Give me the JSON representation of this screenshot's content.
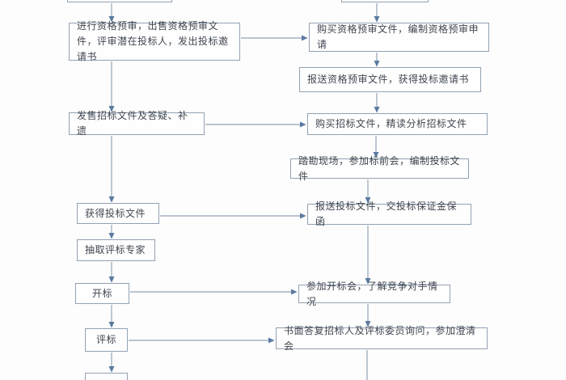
{
  "diagram": {
    "type": "flowchart",
    "colors": {
      "background": "#fdfdfd",
      "box_border": "#93a2b3",
      "line": "#92a3b6",
      "arrowhead": "#5b7aa0",
      "text": "#3f4650"
    },
    "left_column": [
      {
        "label": "进行资格预审，出售资格预审文件，评审潜在投标人，发出投标邀请书"
      },
      {
        "label": "发售招标文件及答疑、补遗"
      },
      {
        "label": "获得投标文件"
      },
      {
        "label": "抽取评标专家"
      },
      {
        "label": "开标"
      },
      {
        "label": "评标"
      }
    ],
    "right_column": [
      {
        "label": "购买资格预审文件，编制资格预审申请"
      },
      {
        "label": "报送资格预审文件，获得投标邀请书"
      },
      {
        "label": "购买招标文件，精读分析招标文件"
      },
      {
        "label": "踏勘现场，参加标前会，编制投标文件"
      },
      {
        "label": "报送投标文件，交投标保证金保函"
      },
      {
        "label": "参加开标会，了解竞争对手情况"
      },
      {
        "label": "书面答复招标人及评标委员询问，参加澄清会"
      }
    ]
  }
}
